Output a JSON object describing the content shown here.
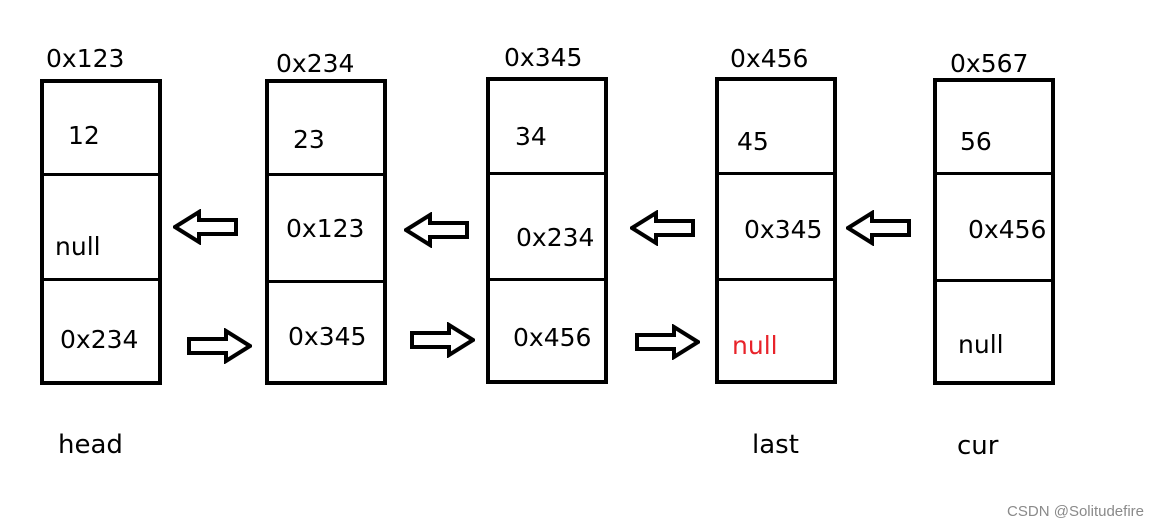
{
  "nodes": [
    {
      "address": "0x123",
      "value": "12",
      "prev": "null",
      "next": "0x234"
    },
    {
      "address": "0x234",
      "value": "23",
      "prev": "0x123",
      "next": "0x345"
    },
    {
      "address": "0x345",
      "value": "34",
      "prev": "0x234",
      "next": "0x456"
    },
    {
      "address": "0x456",
      "value": "45",
      "prev": "0x345",
      "next": "null"
    },
    {
      "address": "0x567",
      "value": "56",
      "prev": "0x456",
      "next": "null"
    }
  ],
  "labels": {
    "head": "head",
    "last": "last",
    "cur": "cur"
  },
  "colors": {
    "highlight_null": "#e8232a",
    "stroke": "#000000",
    "watermark": "#8a8a8a"
  },
  "watermark": "CSDN @Solitudefire"
}
